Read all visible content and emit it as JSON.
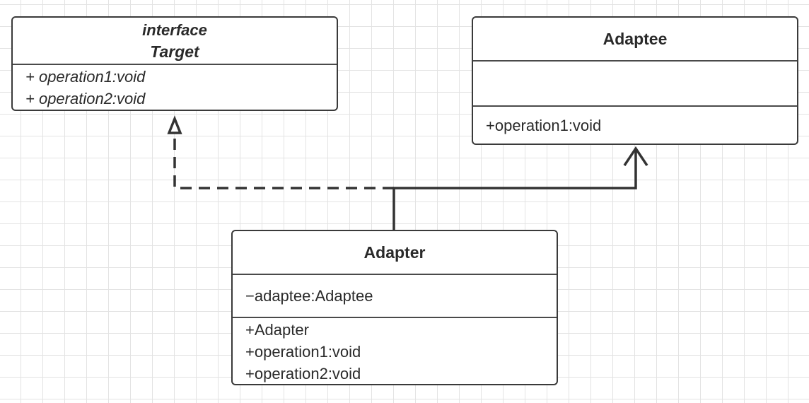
{
  "target": {
    "stereotype": "interface",
    "name": "Target",
    "operations": [
      "+ operation1:void",
      "+ operation2:void"
    ]
  },
  "adaptee": {
    "name": "Adaptee",
    "operations": [
      "+operation1:void"
    ]
  },
  "adapter": {
    "name": "Adapter",
    "attributes": [
      "−adaptee:Adaptee"
    ],
    "operations": [
      "+Adapter",
      "+operation1:void",
      "+operation2:void"
    ]
  },
  "relations": [
    {
      "type": "realization",
      "from": "Adapter",
      "to": "Target"
    },
    {
      "type": "inheritance",
      "from": "Adapter",
      "to": "Adaptee"
    }
  ],
  "colors": {
    "line": "#333333",
    "grid": "#e3e3e3",
    "box_border": "#3a3a3a"
  }
}
